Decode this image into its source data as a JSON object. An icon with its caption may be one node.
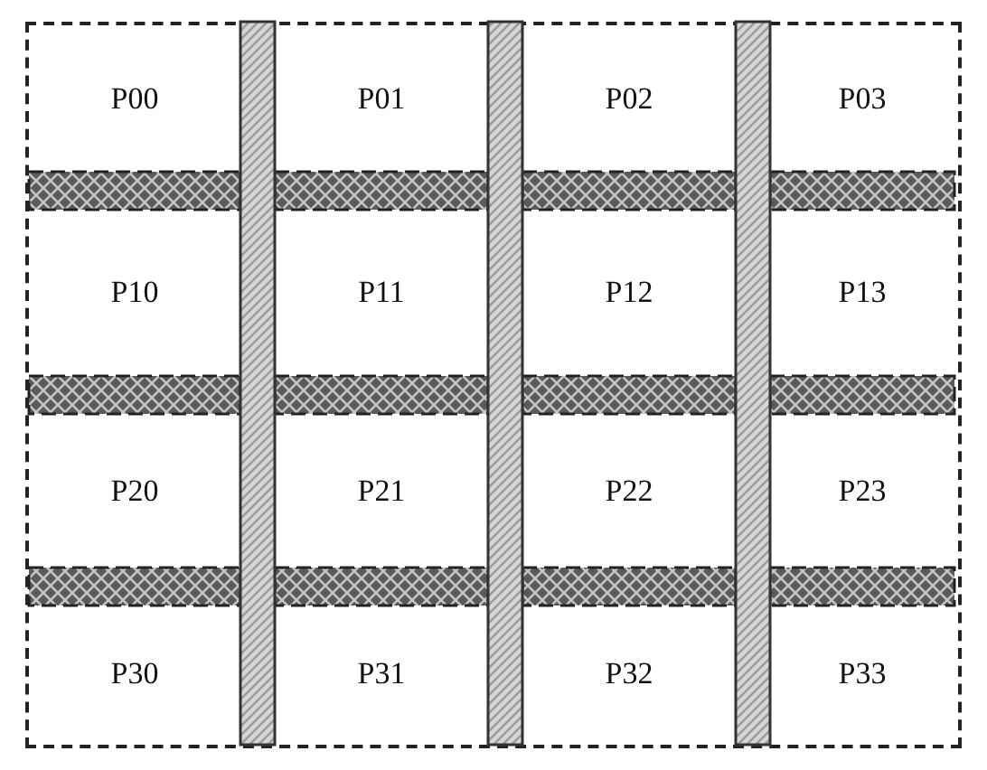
{
  "diagram": {
    "nodes": [
      {
        "text": [
          "P00"
        ]
      },
      {
        "text": [
          "P01"
        ]
      },
      {
        "text": [
          "P02"
        ]
      },
      {
        "text": [
          "P03"
        ]
      },
      {
        "text": [
          "P10"
        ]
      },
      {
        "text": [
          "P11"
        ]
      },
      {
        "text": [
          "P12"
        ]
      },
      {
        "text": [
          "P13"
        ]
      },
      {
        "text": [
          "P20"
        ]
      },
      {
        "text": [
          "P21"
        ]
      },
      {
        "text": [
          "P22"
        ]
      },
      {
        "text": [
          "P23"
        ]
      },
      {
        "text": [
          "P30"
        ]
      },
      {
        "text": [
          "P31"
        ]
      },
      {
        "text": [
          "P32"
        ]
      },
      {
        "text": [
          "P33"
        ]
      }
    ]
  }
}
